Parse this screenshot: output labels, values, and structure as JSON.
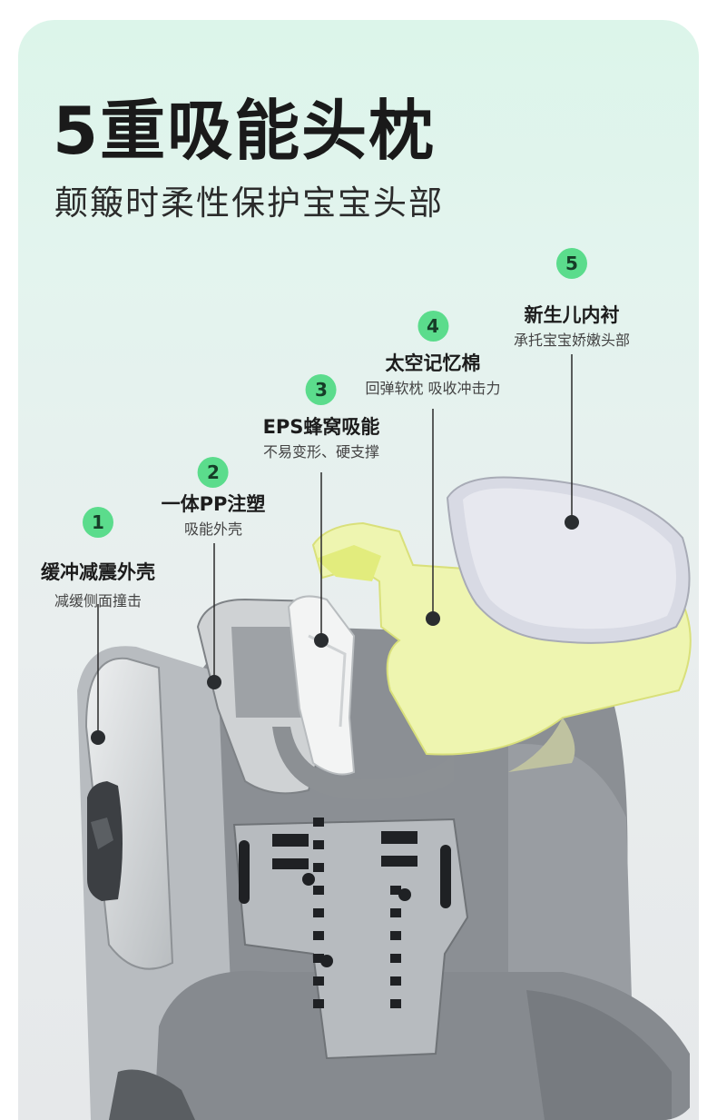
{
  "title": "5重吸能头枕",
  "subtitle": "颠簸时柔性保护宝宝头部",
  "callouts": [
    {
      "number": "1",
      "title": "缓冲减震外壳",
      "desc": "减缓侧面撞击"
    },
    {
      "number": "2",
      "title": "一体PP注塑",
      "desc": "吸能外壳"
    },
    {
      "number": "3",
      "title": "EPS蜂窝吸能",
      "desc": "不易变形、硬支撑"
    },
    {
      "number": "4",
      "title": "太空记忆棉",
      "desc": "回弹软枕 吸收冲击力"
    },
    {
      "number": "5",
      "title": "新生儿内衬",
      "desc": "承托宝宝娇嫩头部"
    }
  ],
  "colors": {
    "badge": "#5bdc8c",
    "memory_foam": "#eef5b0",
    "eps_foam": "#f4f9a8",
    "liner": "#d8dae4",
    "fabric": "#8a8e93"
  }
}
